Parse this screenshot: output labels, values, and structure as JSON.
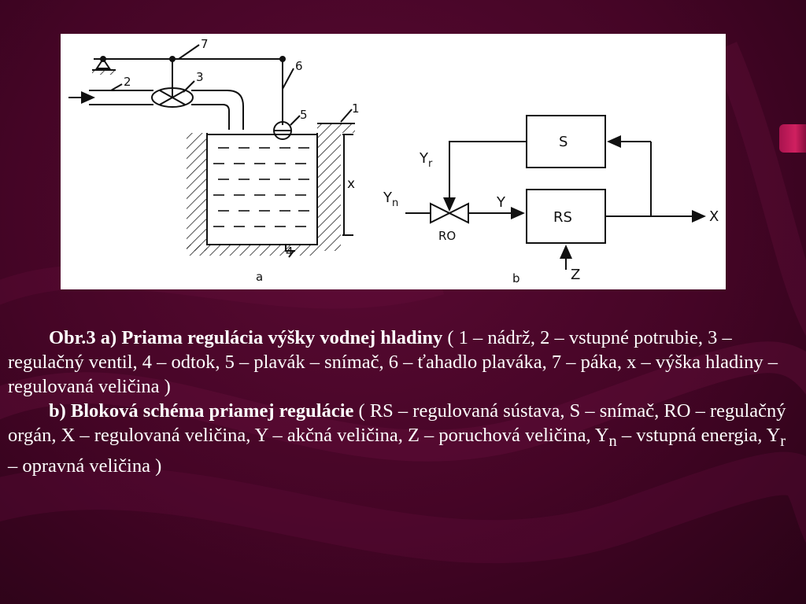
{
  "diagram_a": {
    "parts": [
      "1",
      "2",
      "3",
      "4",
      "5",
      "6",
      "7"
    ],
    "dimension": "x",
    "panel": "a"
  },
  "diagram_b": {
    "blocks": {
      "sensor": "S",
      "system": "RS",
      "organ": "RO"
    },
    "signals": {
      "yr": "Y",
      "yr_sub": "r",
      "yn": "Y",
      "yn_sub": "n",
      "y": "Y",
      "z": "Z",
      "x": "X"
    },
    "panel": "b"
  },
  "caption": {
    "a_bold": "Obr.3 a) Priama regulácia výšky vodnej hladiny",
    "a_text": " ( 1 – nádrž, 2 – vstupné potrubie, 3 – regulačný ventil, 4 – odtok, 5 – plavák – snímač, 6 – ťahadlo plaváka, 7 – páka, x – výška hladiny – regulovaná veličina )",
    "b_bold": "b) Bloková schéma priamej regulácie",
    "b_text1": " ( RS – regulovaná sústava, S – snímač, RO – regulačný orgán, X – regulovaná veličina, Y – akčná veličina, Z – poruchová veličina, Y",
    "b_sub_n": "n",
    "b_text2": " – vstupná energia, Y",
    "b_sub_r": "r",
    "b_text3": " – opravná veličina )"
  },
  "colors": {
    "background": "#450526",
    "text": "#ffffff",
    "accent_tab": "#d02060"
  }
}
